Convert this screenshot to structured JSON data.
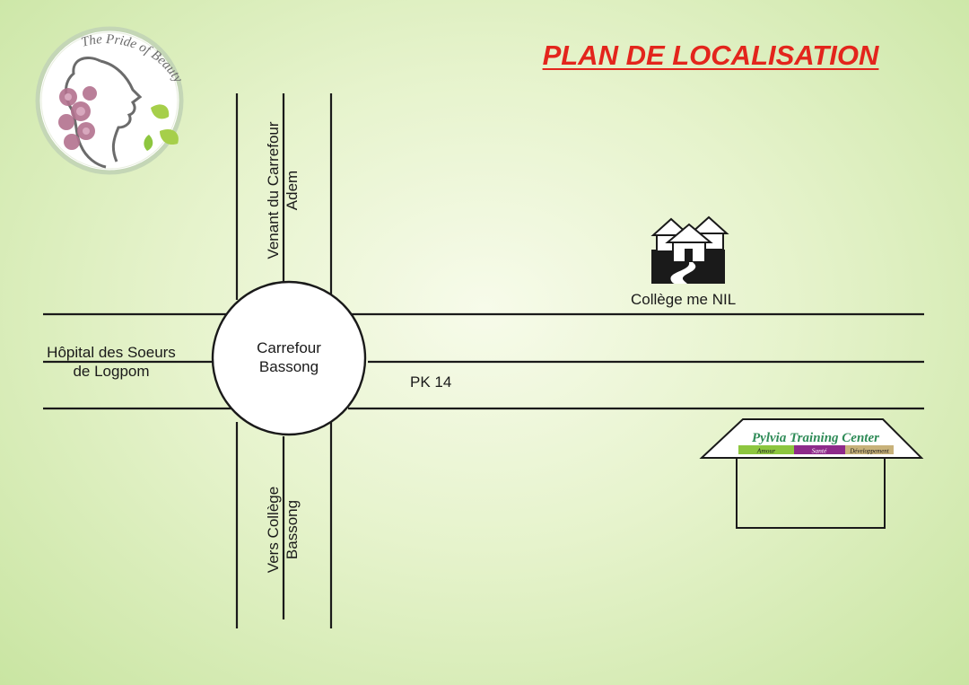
{
  "title": "PLAN DE LOCALISATION",
  "logo": {
    "text": "The Pride of Beauty",
    "icon": "woman-profile-logo-icon"
  },
  "roads": {
    "north_label_line1": "Venant du Carrefour",
    "north_label_line2": "Adem",
    "south_label_line1": "Vers Collège",
    "south_label_line2": "Bassong",
    "west_label_line1": "Hôpital des Soeurs",
    "west_label_line2": "de Logpom",
    "east_label": "PK 14"
  },
  "roundabout": {
    "line1": "Carrefour",
    "line2": "Bassong"
  },
  "landmarks": {
    "college": {
      "label": "Collège me NIL",
      "icon": "houses-icon"
    },
    "training_center": {
      "name": "Pylvia Training Center",
      "tag1": "Amour",
      "tag2": "Santé",
      "tag3": "Développement",
      "icon": "house-outline-icon"
    }
  },
  "colors": {
    "title": "#e3251c",
    "roads": "#1a1a1a",
    "center_name": "#2e8b57",
    "tag1": "#8dc63f",
    "tag2": "#8e2a8a",
    "tag3": "#c8b27a"
  }
}
